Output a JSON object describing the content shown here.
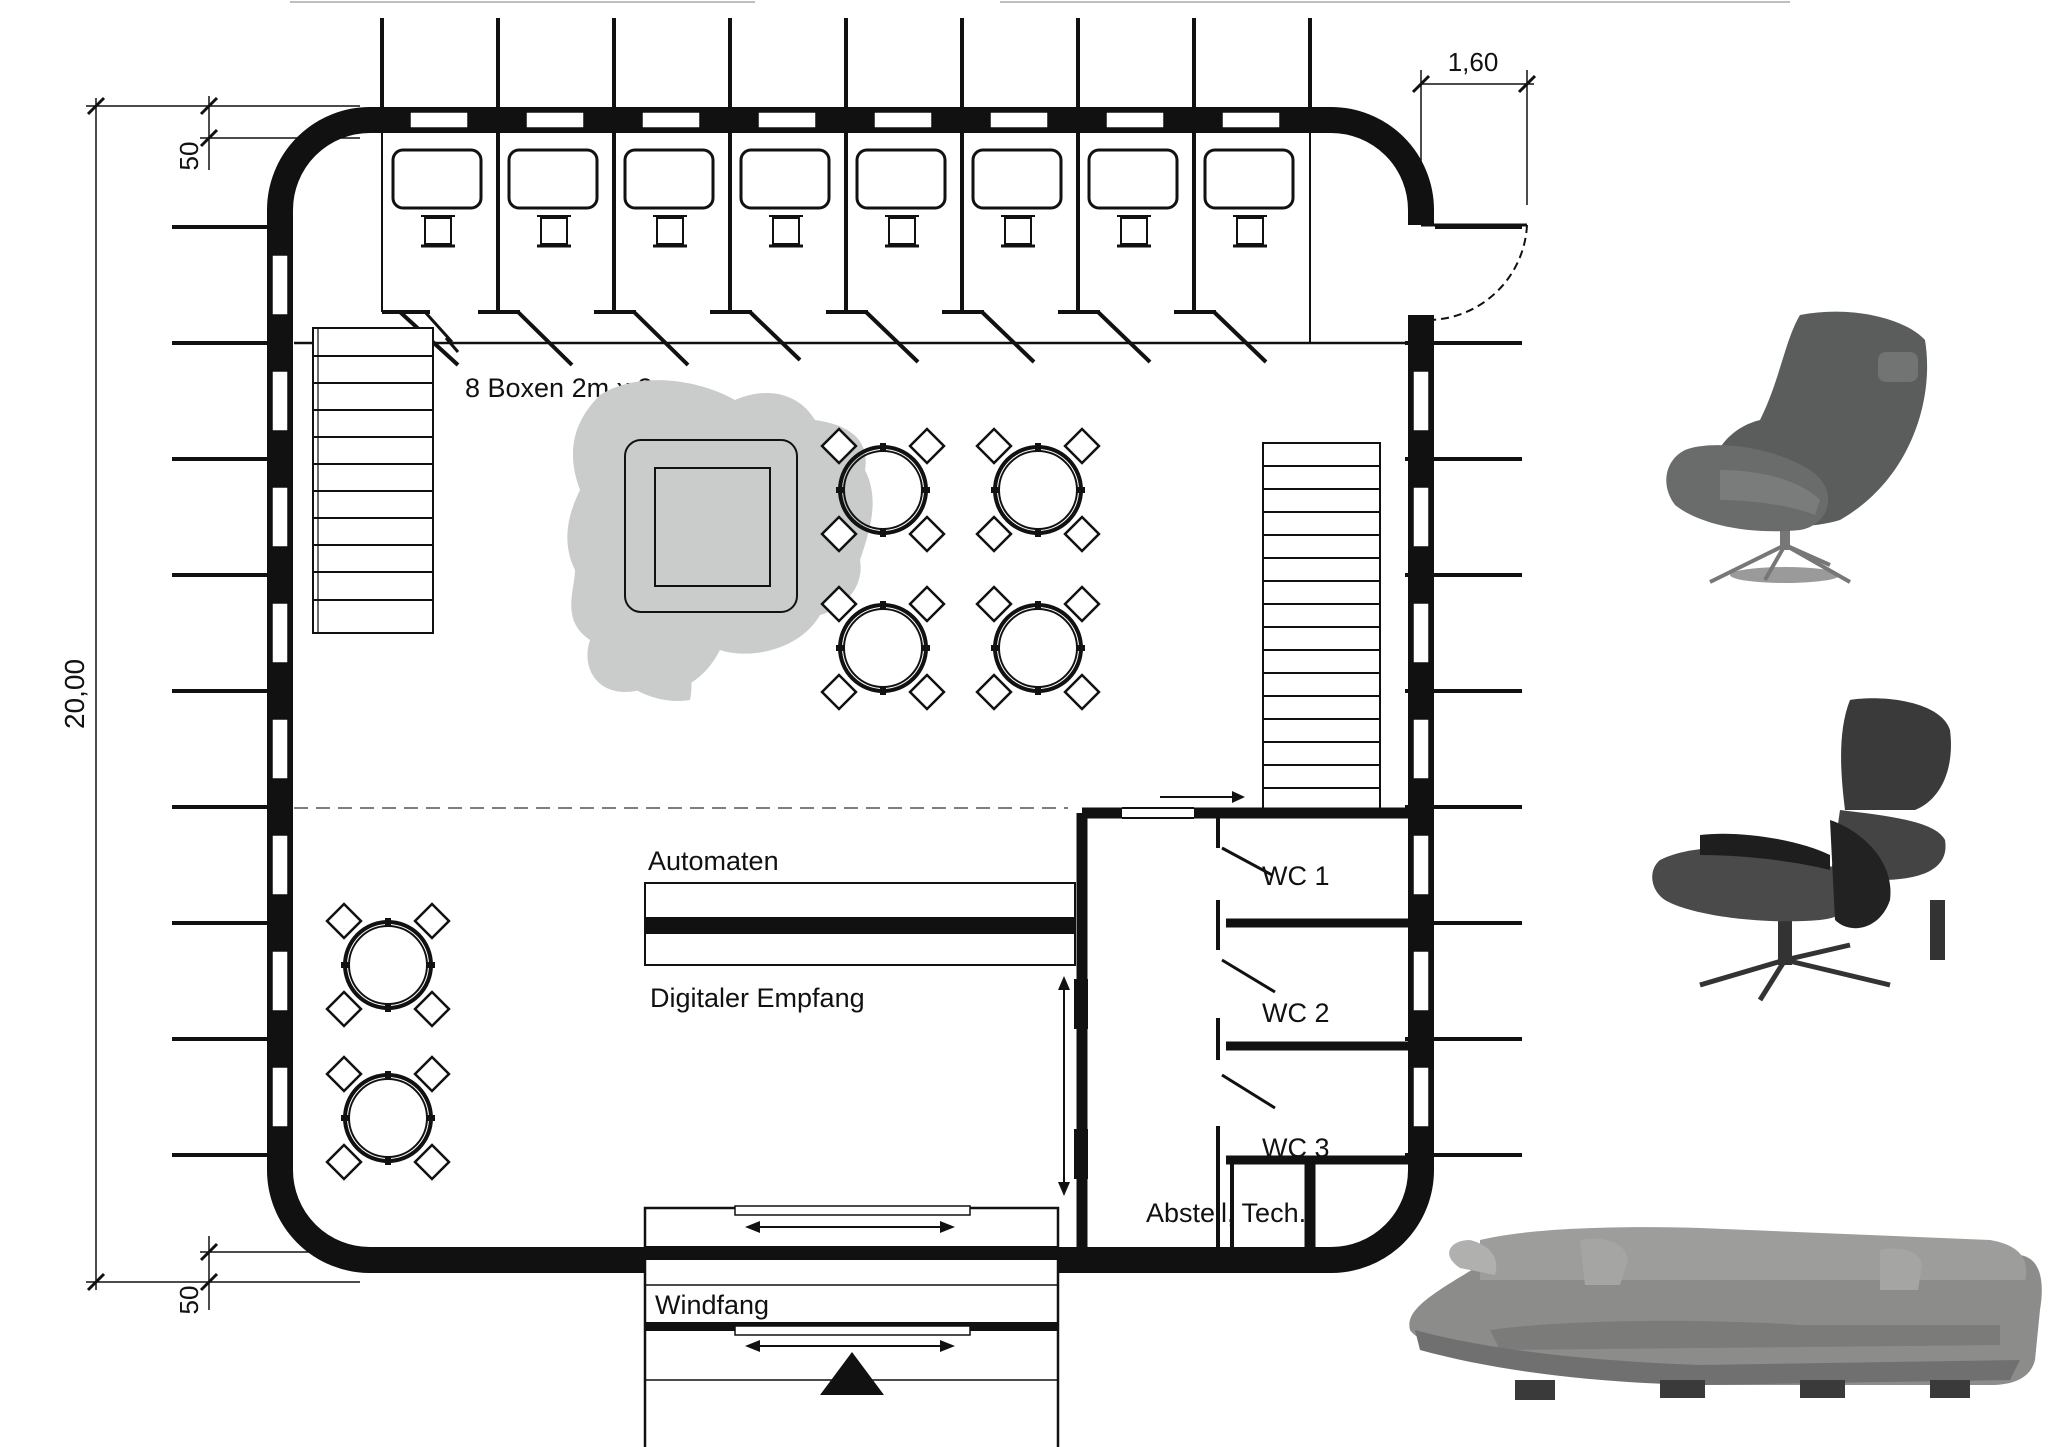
{
  "dimensions": {
    "top_width": "1,60",
    "top_wall": "50",
    "overall_height": "20,00",
    "bottom_wall": "50"
  },
  "rooms": {
    "boxes": "8 Boxen 2m x 3m",
    "vending": "Automaten",
    "reception": "Digitaler Empfang",
    "wc1": "WC 1",
    "wc2": "WC 2",
    "wc3": "WC 3",
    "storage": "Abstell, Tech.",
    "vestibule": "Windfang"
  },
  "colors": {
    "wall": "#111111",
    "tree": "#c9cccb",
    "chair_grey": "#5b5d5d",
    "lounge_dark": "#2a2a2a",
    "sofa_grey": "#8c8c8a"
  },
  "furniture_images": [
    "wingback-chair-icon",
    "lounge-chair-icon",
    "sectional-sofa-icon"
  ]
}
